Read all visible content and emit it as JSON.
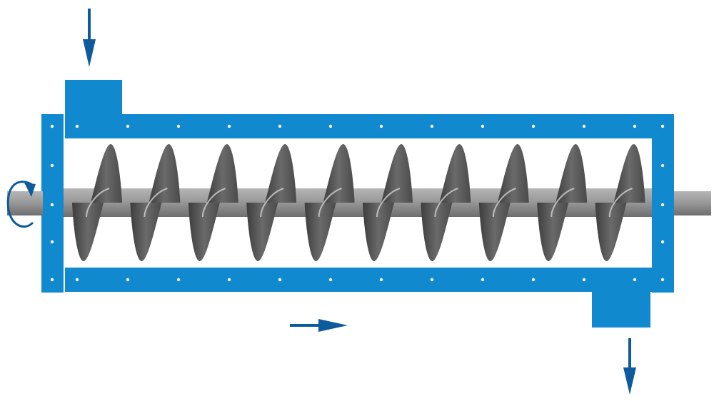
{
  "diagram": {
    "subject": "screw conveyor",
    "components": [
      "inlet-flow-arrow",
      "inlet-hopper",
      "housing-top-flange",
      "housing-bottom-flange",
      "left-end-plate",
      "right-end-plate",
      "drive-shaft",
      "auger-flighting",
      "rotation-arrow",
      "transport-direction-arrow",
      "outlet-chute",
      "outlet-flow-arrow"
    ],
    "flight_turns": 10,
    "colors": {
      "housing": "#1189cf",
      "arrow": "#0d5a9c",
      "shaft": "#8c8c8c",
      "flight": "#5e5e5e",
      "bolt": "#ffffff",
      "background": "#ffffff"
    }
  }
}
